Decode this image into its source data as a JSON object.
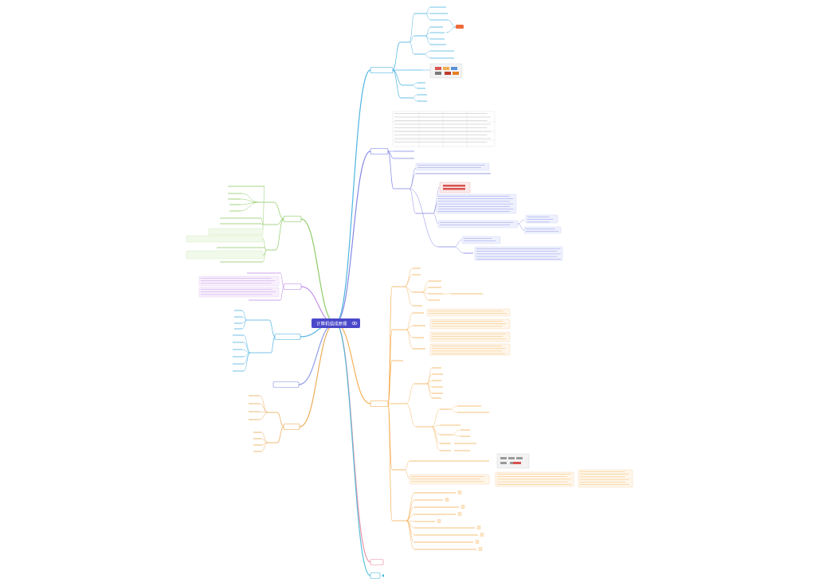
{
  "root": {
    "label": "计算机组成原理",
    "icon": "eye-icon"
  },
  "colors": {
    "root": "#4a48c9",
    "blue": "#2fa7dc",
    "purple": "#6f72e0",
    "orange": "#f2a23a",
    "pink": "#e8839a",
    "cyan": "#3fb6d6",
    "green": "#7cc24e",
    "violet": "#b67be0",
    "sky": "#39a8e0",
    "lavender": "#7a8be0",
    "amber": "#e8a040",
    "accent": "#f06a3a"
  },
  "branches": [
    {
      "id": "b1",
      "label": "",
      "color": "blue"
    },
    {
      "id": "b2",
      "label": "",
      "color": "purple"
    },
    {
      "id": "b3",
      "label": "",
      "color": "orange"
    },
    {
      "id": "b4",
      "label": "",
      "color": "pink"
    },
    {
      "id": "b5",
      "label": "",
      "color": "cyan"
    },
    {
      "id": "b6",
      "label": "",
      "color": "green"
    },
    {
      "id": "b7",
      "label": "",
      "color": "violet"
    },
    {
      "id": "b8",
      "label": "",
      "color": "sky"
    },
    {
      "id": "b9",
      "label": "",
      "color": "lavender"
    },
    {
      "id": "b10",
      "label": "",
      "color": "amber"
    }
  ]
}
